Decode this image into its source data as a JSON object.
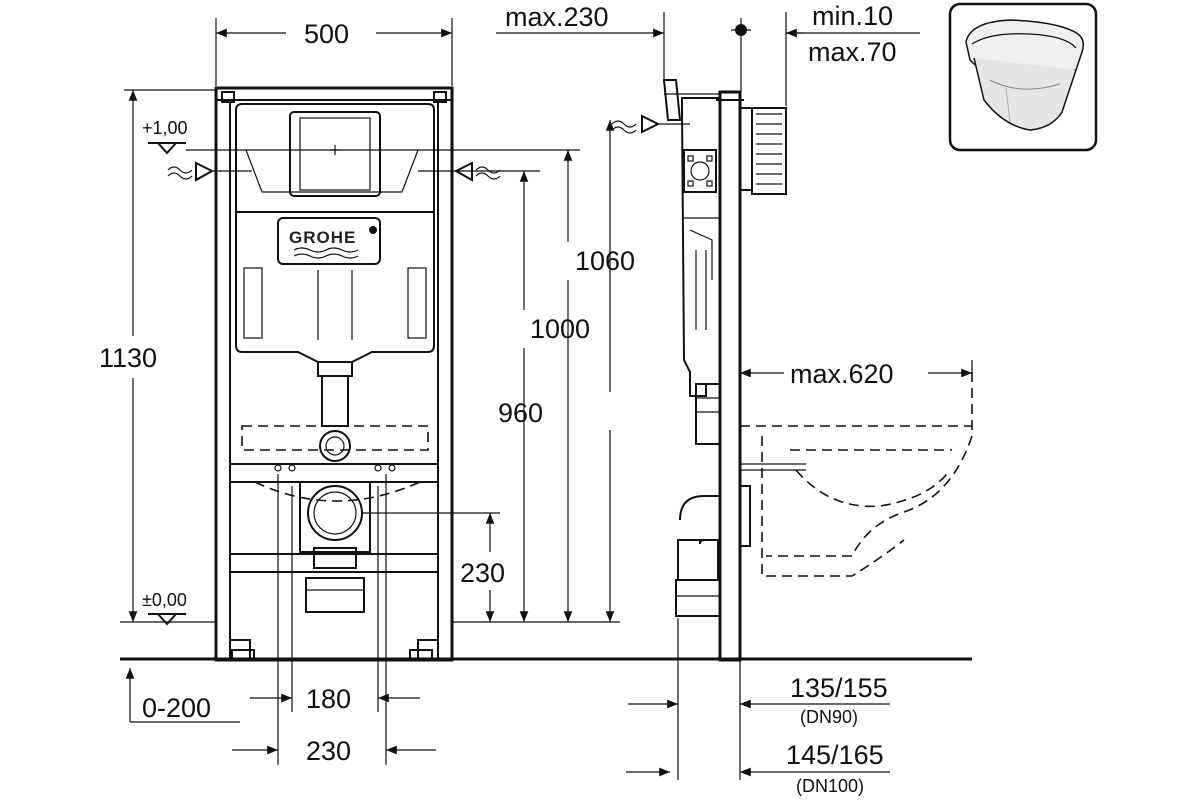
{
  "front_view": {
    "width_label": "500",
    "height_label": "1130",
    "level_top": "+1,00",
    "level_bottom": "±0,00",
    "dim_1060": "1060",
    "dim_1000": "1000",
    "dim_960": "960",
    "dim_230_outlet": "230",
    "dim_0_200": "0-200",
    "dim_180": "180",
    "dim_230_bottom": "230",
    "brand": "GROHE"
  },
  "side_view": {
    "max_230": "max.230",
    "min_10": "min.10",
    "max_70": "max.70",
    "max_620": "max.620",
    "dim_135_155": "135/155",
    "dn90": "(DN90)",
    "dim_145_165": "145/165",
    "dn100": "(DN100)"
  },
  "product_thumbnail": {
    "icon": "wall-hung-toilet-icon"
  },
  "colors": {
    "line": "#111111",
    "background": "#ffffff"
  }
}
